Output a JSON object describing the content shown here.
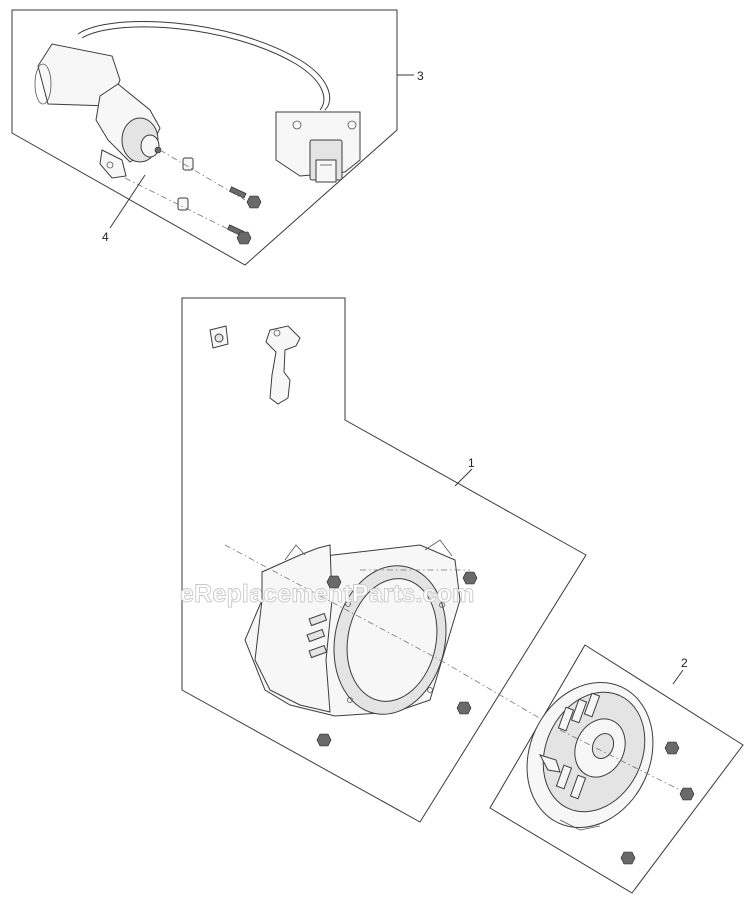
{
  "callouts": {
    "c1": "1",
    "c2": "2",
    "c3": "3",
    "c4": "4"
  },
  "watermark": "eReplacementParts.com"
}
